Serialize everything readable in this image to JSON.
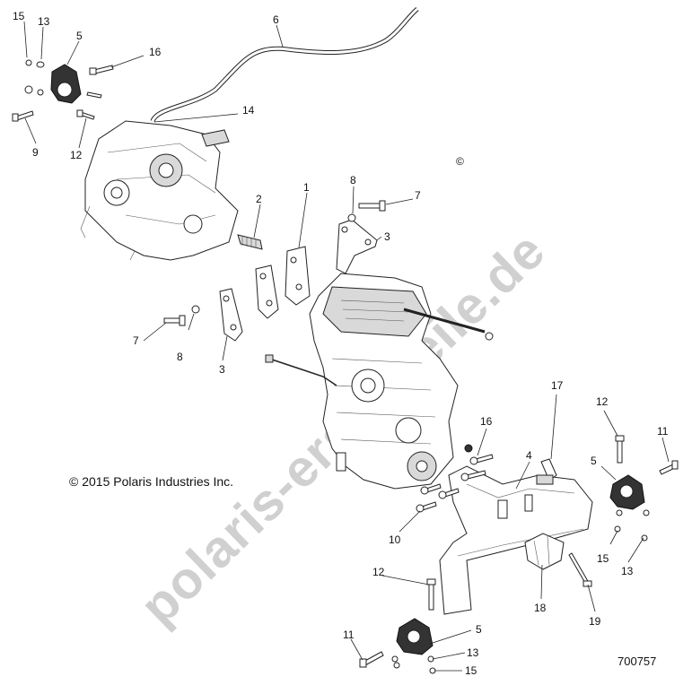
{
  "callouts": {
    "c15a": "15",
    "c13a": "13",
    "c5a": "5",
    "c16a": "16",
    "c6": "6",
    "c14": "14",
    "c9": "9",
    "c12a": "12",
    "c8a": "8",
    "c7a": "7",
    "c2": "2",
    "c1": "1",
    "c3a": "3",
    "c7b": "7",
    "c8b": "8",
    "c3b": "3",
    "c16b": "16",
    "c17": "17",
    "c12b": "12",
    "c11a": "11",
    "c5b": "5",
    "c4": "4",
    "c10": "10",
    "c15b": "15",
    "c13b": "13",
    "c18": "18",
    "c19": "19",
    "c12c": "12",
    "c11b": "11",
    "c5c": "5",
    "c13c": "13",
    "c15c": "15"
  },
  "copyright": "© 2015 Polaris Industries Inc.",
  "diagram_id": "700757",
  "registered_mark": "©",
  "watermark": "polaris-ersatzteile.de"
}
